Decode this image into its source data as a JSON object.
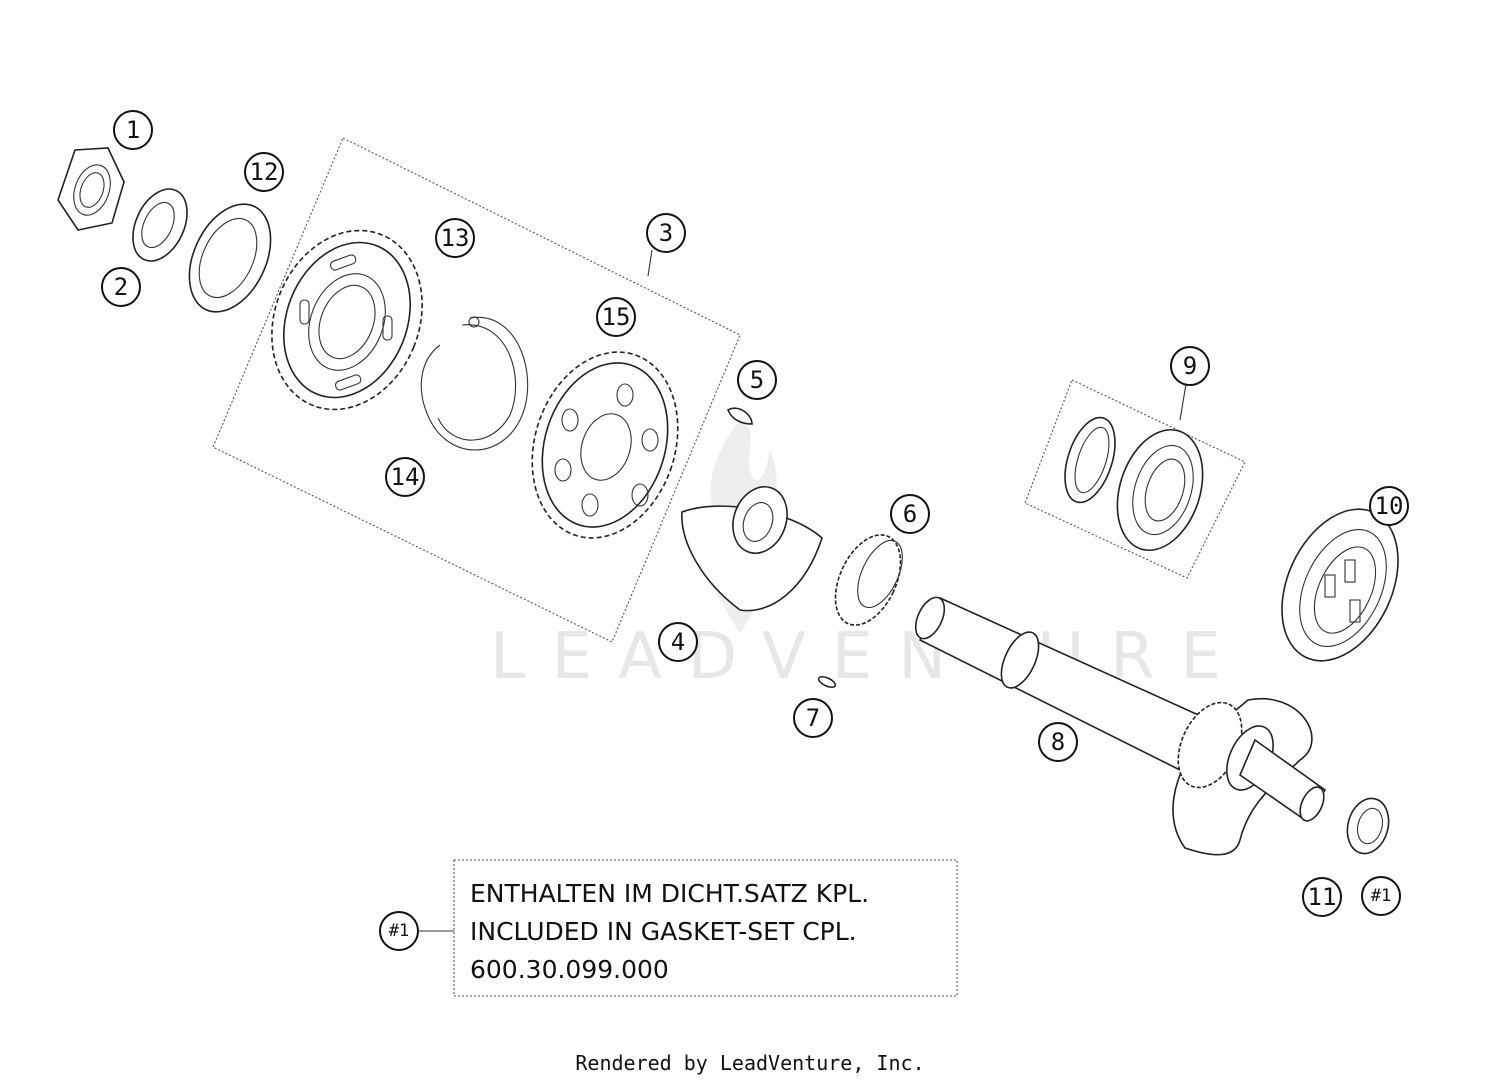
{
  "callouts": [
    {
      "label": "1"
    },
    {
      "label": "2"
    },
    {
      "label": "3"
    },
    {
      "label": "4"
    },
    {
      "label": "5"
    },
    {
      "label": "6"
    },
    {
      "label": "7"
    },
    {
      "label": "8"
    },
    {
      "label": "9"
    },
    {
      "label": "10"
    },
    {
      "label": "11"
    },
    {
      "label": "12"
    },
    {
      "label": "13"
    },
    {
      "label": "14"
    },
    {
      "label": "15"
    },
    {
      "label": "#1"
    },
    {
      "label": "#1"
    }
  ],
  "note": {
    "lines": [
      "ENTHALTEN IM DICHT.SATZ KPL.",
      "INCLUDED IN GASKET-SET CPL.",
      "600.30.099.000"
    ]
  },
  "watermark": "LEADVENTURE",
  "footer": "Rendered by LeadVenture, Inc."
}
